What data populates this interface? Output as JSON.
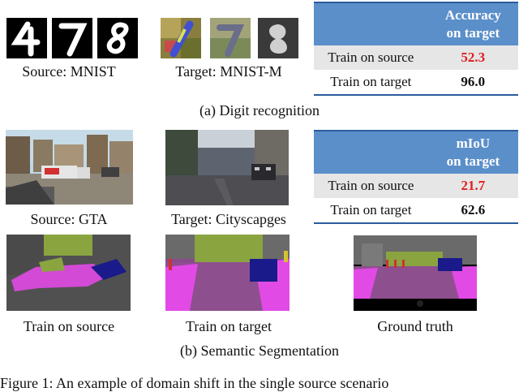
{
  "digit": {
    "source_caption": "Source: MNIST",
    "target_caption": "Target: MNIST-M",
    "table": {
      "header": [
        "Accuracy",
        "on target"
      ],
      "rows": [
        {
          "label": "Train on source",
          "value": "52.3"
        },
        {
          "label": "Train on target",
          "value": "96.0"
        }
      ]
    },
    "subcaption": "(a) Digit recognition"
  },
  "seg": {
    "source_caption": "Source: GTA",
    "target_caption": "Target: Cityscapges",
    "table": {
      "header": [
        "mIoU",
        "on target"
      ],
      "rows": [
        {
          "label": "Train on source",
          "value": "21.7"
        },
        {
          "label": "Train on target",
          "value": "62.6"
        }
      ]
    },
    "panels": [
      "Train on source",
      "Train on target",
      "Ground truth"
    ],
    "subcaption": "(b) Semantic Segmentation"
  },
  "figure_caption": "Figure 1: An example of domain shift in the single source scenario"
}
